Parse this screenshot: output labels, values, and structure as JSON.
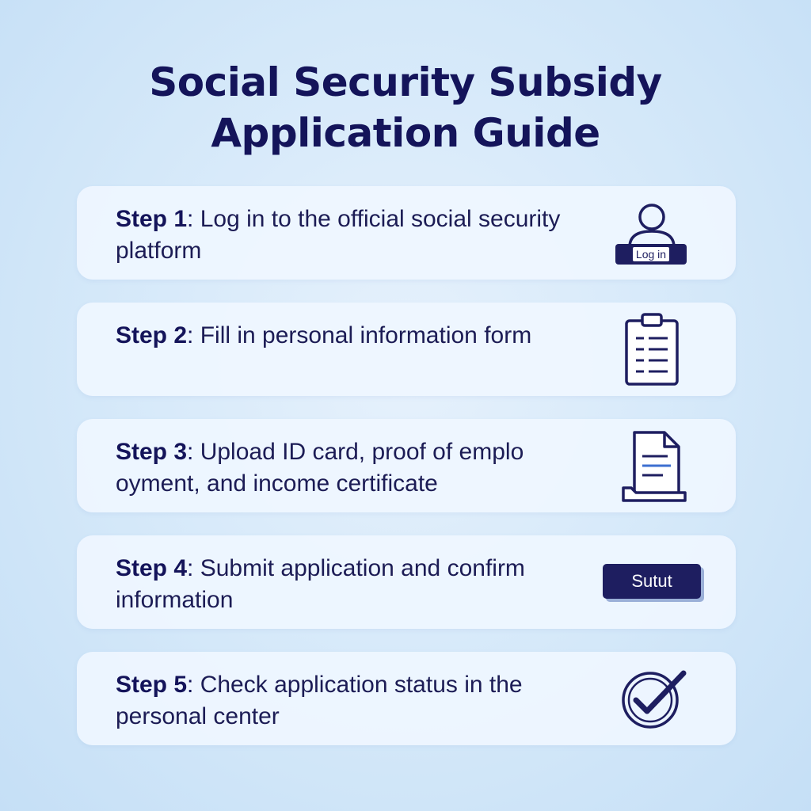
{
  "title": {
    "line1": "Social Security Subsidy",
    "line2": "Application Guide"
  },
  "steps": [
    {
      "label": "Step 1",
      "text": "Log in to the official social security platform",
      "icon": "user-login-icon",
      "icon_text": "Log in"
    },
    {
      "label": "Step 2",
      "text": "Fill in personal information form",
      "icon": "clipboard-form-icon"
    },
    {
      "label": "Step 3",
      "text": "Upload ID card, proof of emplo oyment, and income certificate",
      "icon": "document-upload-icon"
    },
    {
      "label": "Step 4",
      "text": "Submit application and confirm information",
      "icon": "submit-button-icon",
      "icon_text": "Sutut"
    },
    {
      "label": "Step 5",
      "text": "Check application status in the personal center",
      "icon": "checkmark-circle-icon"
    }
  ],
  "colors": {
    "primary": "#14145a",
    "card_bg": "#eff6ff",
    "page_bg": "#d4e8f9"
  }
}
